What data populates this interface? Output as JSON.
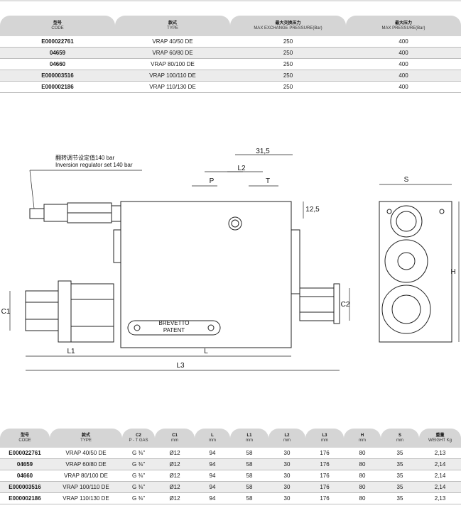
{
  "top_table": {
    "headers": [
      {
        "cn": "型号",
        "en": "CODE"
      },
      {
        "cn": "款式",
        "en": "TYPE"
      },
      {
        "cn": "最大交换压力",
        "en": "MAX EXCHANGE PRESSURE(Bar)"
      },
      {
        "cn": "最大压力",
        "en": "MAX PRESSURE(Bar)"
      }
    ],
    "rows": [
      [
        "E000022761",
        "VRAP 40/50 DE",
        "250",
        "400"
      ],
      [
        "04659",
        "VRAP 60/80 DE",
        "250",
        "400"
      ],
      [
        "04660",
        "VRAP 80/100 DE",
        "250",
        "400"
      ],
      [
        "E000003516",
        "VRAP 100/110 DE",
        "250",
        "400"
      ],
      [
        "E000002186",
        "VRAP 110/130 DE",
        "250",
        "400"
      ]
    ]
  },
  "drawing": {
    "note_cn": "翻转调节设定值140 bar",
    "note_en": "Inversion regulator set 140 bar",
    "dim_31_5": "31,5",
    "dim_L2": "L2",
    "dim_P": "P",
    "dim_T": "T",
    "dim_12_5": "12,5",
    "dim_S": "S",
    "dim_H": "H",
    "dim_C1": "C1",
    "dim_C2": "C2",
    "dim_L1": "L1",
    "dim_L": "L",
    "dim_L3": "L3",
    "patent_1": "BREVETTO",
    "patent_2": "PATENT"
  },
  "bottom_table": {
    "headers": [
      {
        "cn": "型号",
        "en": "CODE"
      },
      {
        "cn": "款式",
        "en": "TYPE"
      },
      {
        "cn": "C2",
        "en": "P - T GAS"
      },
      {
        "cn": "C1",
        "en": "mm"
      },
      {
        "cn": "L",
        "en": "mm"
      },
      {
        "cn": "L1",
        "en": "mm"
      },
      {
        "cn": "L2",
        "en": "mm"
      },
      {
        "cn": "L3",
        "en": "mm"
      },
      {
        "cn": "H",
        "en": "mm"
      },
      {
        "cn": "S",
        "en": "mm"
      },
      {
        "cn": "重量",
        "en": "WEIGHT Kg"
      }
    ],
    "rows": [
      [
        "E000022761",
        "VRAP 40/50 DE",
        "G ⅜\"",
        "Ø12",
        "94",
        "58",
        "30",
        "176",
        "80",
        "35",
        "2,13"
      ],
      [
        "04659",
        "VRAP 60/80 DE",
        "G ⅜\"",
        "Ø12",
        "94",
        "58",
        "30",
        "176",
        "80",
        "35",
        "2,14"
      ],
      [
        "04660",
        "VRAP 80/100 DE",
        "G ⅜\"",
        "Ø12",
        "94",
        "58",
        "30",
        "176",
        "80",
        "35",
        "2,14"
      ],
      [
        "E000003516",
        "VRAP 100/110 DE",
        "G ⅜\"",
        "Ø12",
        "94",
        "58",
        "30",
        "176",
        "80",
        "35",
        "2,14"
      ],
      [
        "E000002186",
        "VRAP 110/130 DE",
        "G ⅜\"",
        "Ø12",
        "94",
        "58",
        "30",
        "176",
        "80",
        "35",
        "2,13"
      ]
    ]
  }
}
